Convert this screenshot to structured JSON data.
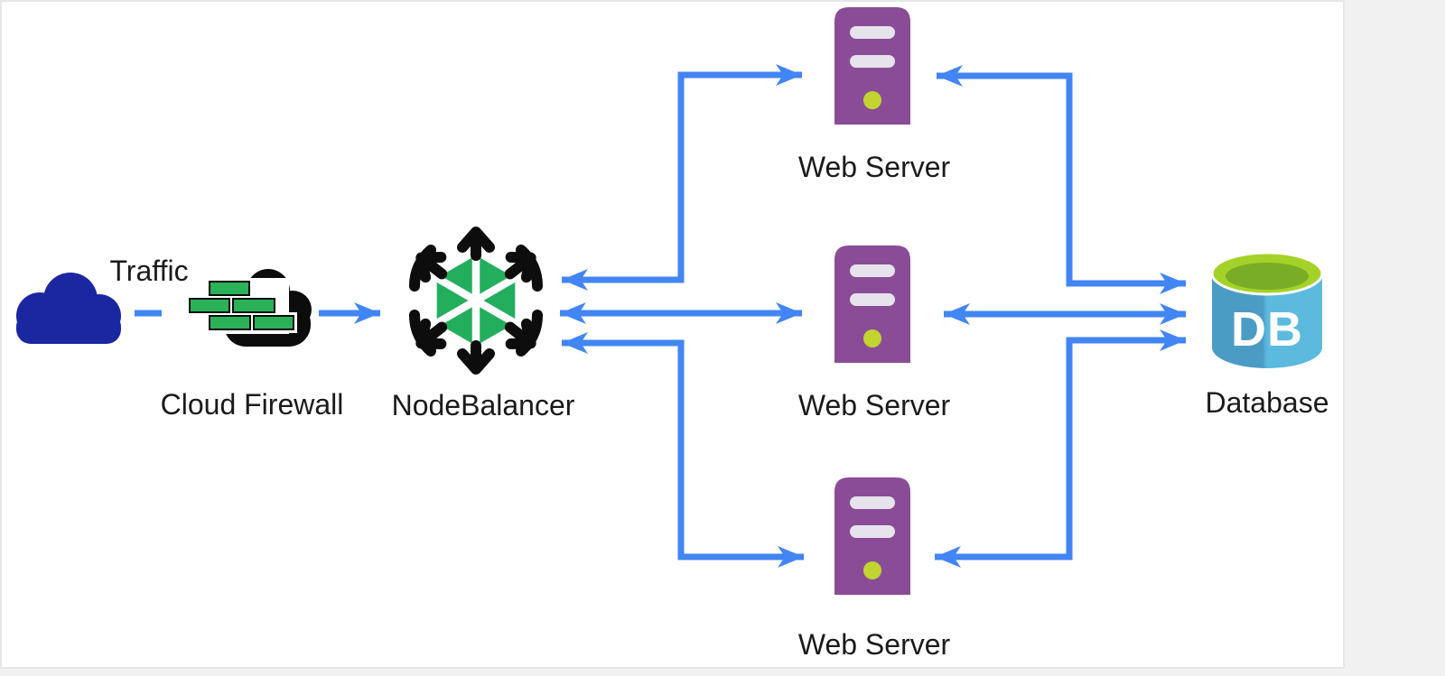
{
  "page": {
    "background_color": "#f1f1f1",
    "canvas_color": "#ffffff",
    "canvas_border_color": "#e6e6e6"
  },
  "diagram": {
    "type": "architecture-diagram",
    "nodes": [
      {
        "id": "traffic",
        "label": "Traffic",
        "icon": "cloud-icon"
      },
      {
        "id": "cloud-firewall",
        "label": "Cloud Firewall",
        "icon": "firewall-cloud-icon"
      },
      {
        "id": "nodebalancer",
        "label": "NodeBalancer",
        "icon": "nodebalancer-hexagon-icon"
      },
      {
        "id": "web-server-top",
        "label": "Web Server",
        "icon": "server-tower-icon"
      },
      {
        "id": "web-server-middle",
        "label": "Web Server",
        "icon": "server-tower-icon"
      },
      {
        "id": "web-server-bottom",
        "label": "Web Server",
        "icon": "server-tower-icon"
      },
      {
        "id": "database",
        "label": "Database",
        "icon": "database-cylinder-icon",
        "icon_text": "DB"
      }
    ],
    "edges": [
      {
        "from": "traffic",
        "to": "cloud-firewall",
        "style": "dashed",
        "arrows": "none"
      },
      {
        "from": "cloud-firewall",
        "to": "nodebalancer",
        "style": "solid",
        "arrows": "forward"
      },
      {
        "from": "nodebalancer",
        "to": "web-server-top",
        "style": "solid",
        "arrows": "both"
      },
      {
        "from": "nodebalancer",
        "to": "web-server-middle",
        "style": "solid",
        "arrows": "both"
      },
      {
        "from": "nodebalancer",
        "to": "web-server-bottom",
        "style": "solid",
        "arrows": "both"
      },
      {
        "from": "web-server-top",
        "to": "database",
        "style": "solid",
        "arrows": "both"
      },
      {
        "from": "web-server-middle",
        "to": "database",
        "style": "solid",
        "arrows": "both"
      },
      {
        "from": "web-server-bottom",
        "to": "database",
        "style": "solid",
        "arrows": "both"
      }
    ],
    "colors": {
      "connector_blue": "#4285f4",
      "traffic_cloud_blue": "#1b27a0",
      "firewall_black": "#0c0c0c",
      "firewall_brick_green": "#2bb157",
      "nodebalancer_green": "#23ae5e",
      "nodebalancer_black": "#0d0d0d",
      "server_purple": "#8a4c97",
      "server_slot_gray": "#e6e3ec",
      "server_led_green": "#c1d430",
      "database_blue_dark": "#4a9cc4",
      "database_blue_light": "#5cbade",
      "database_top_green": "#a5d229",
      "database_top_green_dark": "#79ad25",
      "label_color": "#1a1a1a"
    }
  }
}
